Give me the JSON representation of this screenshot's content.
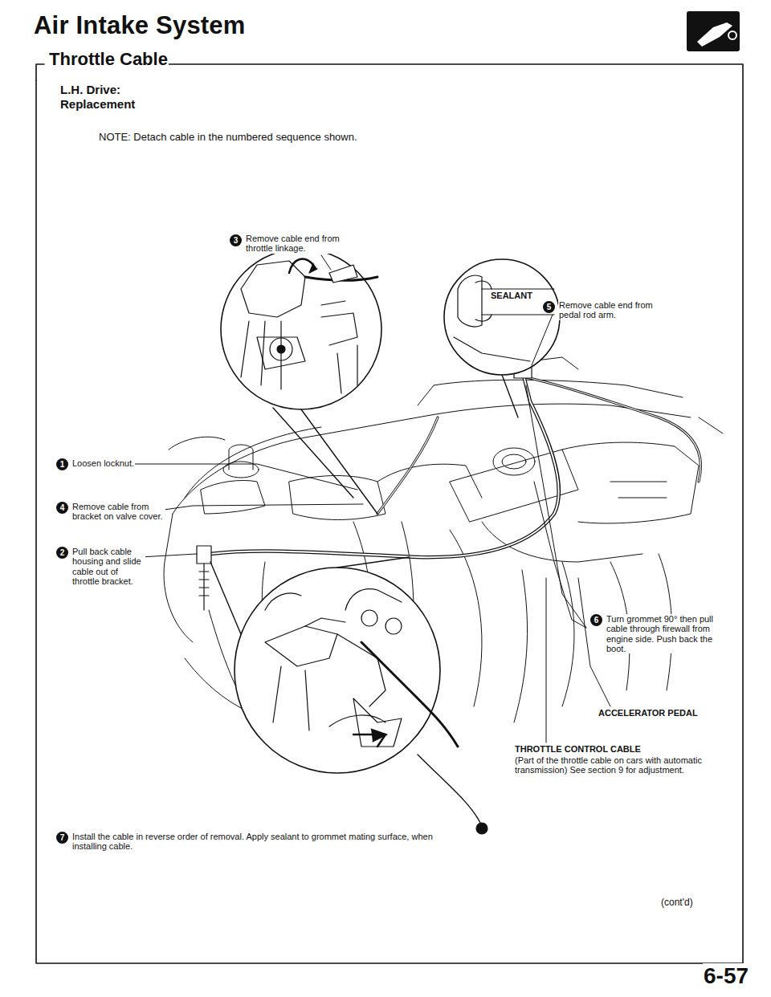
{
  "diagram": {
    "title": "Air Intake System",
    "labels": [
      "Throttle Cable",
      "L.H. Drive:",
      "Replacement",
      "NOTE: Detach cable in the numbered sequence shown.",
      "3",
      "Remove cable end from throttle linkage.",
      "SEALANT",
      "5",
      "Remove cable end from pedal rod arm.",
      "1",
      "Loosen locknut.",
      "4",
      "Remove cable from bracket on valve cover.",
      "2",
      "Pull back cable housing and slide cable out of throttle bracket.",
      "6",
      "Turn grommet 90° then pull cable through firewall from engine side. Push back the boot.",
      "ACCELERATOR PEDAL",
      "THROTTLE CONTROL CABLE",
      "(Part of the throttle cable on cars with automatic transmission) See section 9 for adjustment.",
      "7",
      "Install the cable in reverse order of removal. Apply sealant to grommet mating surface, when installing cable.",
      "(cont'd)",
      "6-57"
    ]
  }
}
